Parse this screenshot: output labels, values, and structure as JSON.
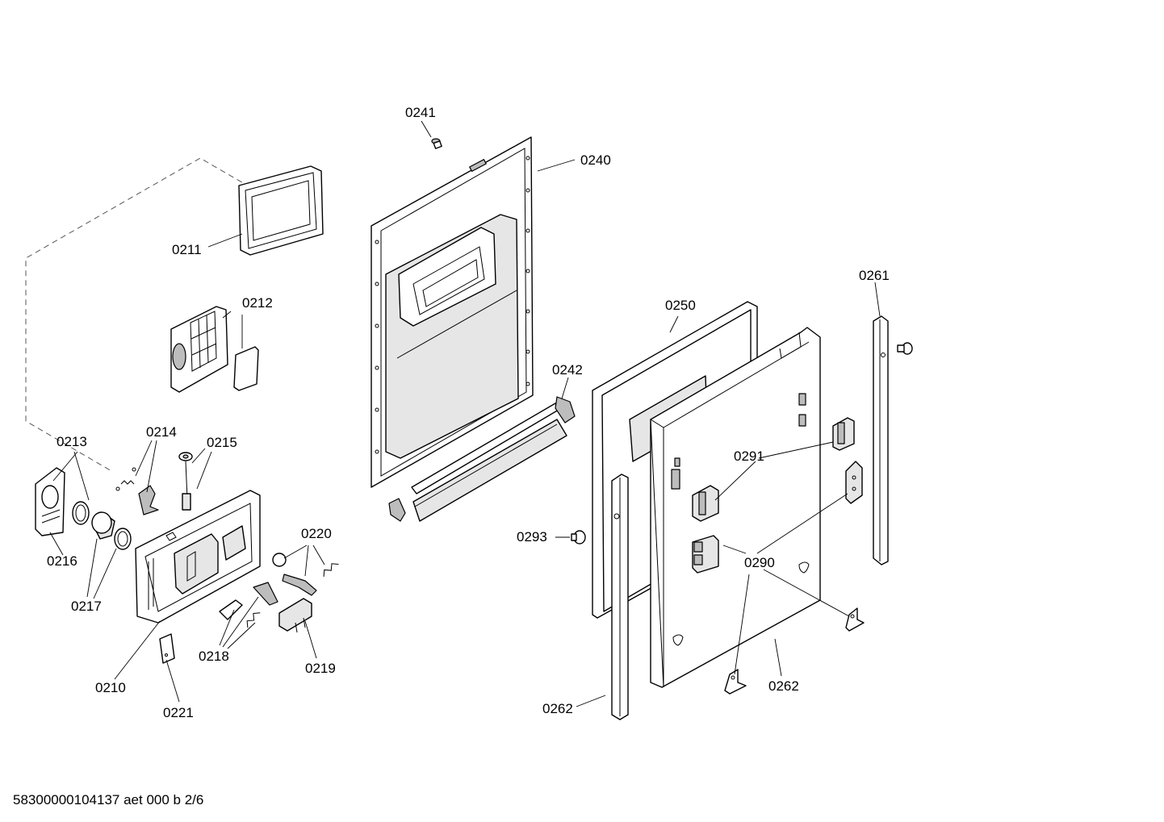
{
  "labels": {
    "p0241": "0241",
    "p0240": "0240",
    "p0211": "0211",
    "p0212": "0212",
    "p0261": "0261",
    "p0250": "0250",
    "p0242": "0242",
    "p0213": "0213",
    "p0214": "0214",
    "p0215": "0215",
    "p0291": "0291",
    "p0216": "0216",
    "p0220": "0220",
    "p0293": "0293",
    "p0290": "0290",
    "p0217": "0217",
    "p0218": "0218",
    "p0219": "0219",
    "p0210": "0210",
    "p0262a": "0262",
    "p0262b": "0262",
    "p0221": "0221"
  },
  "footer": "58300000104137 aet 000 b 2/6"
}
